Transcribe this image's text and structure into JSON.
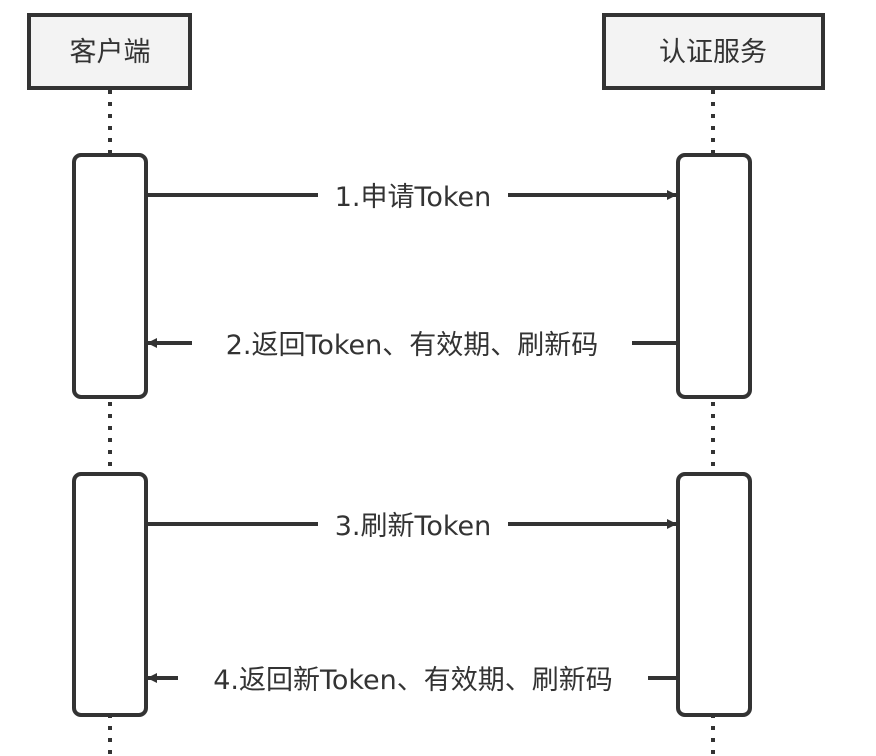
{
  "participants": [
    {
      "label": "客户端"
    },
    {
      "label": "认证服务"
    }
  ],
  "messages": [
    {
      "label": "1.申请Token",
      "direction": "client-to-server"
    },
    {
      "label": "2.返回Token、有效期、刷新码",
      "direction": "server-to-client"
    },
    {
      "label": "3.刷新Token",
      "direction": "client-to-server"
    },
    {
      "label": "4.返回新Token、有效期、刷新码",
      "direction": "server-to-client"
    }
  ],
  "colors": {
    "line": "#333333",
    "actor_fill": "#f3f3f3"
  }
}
